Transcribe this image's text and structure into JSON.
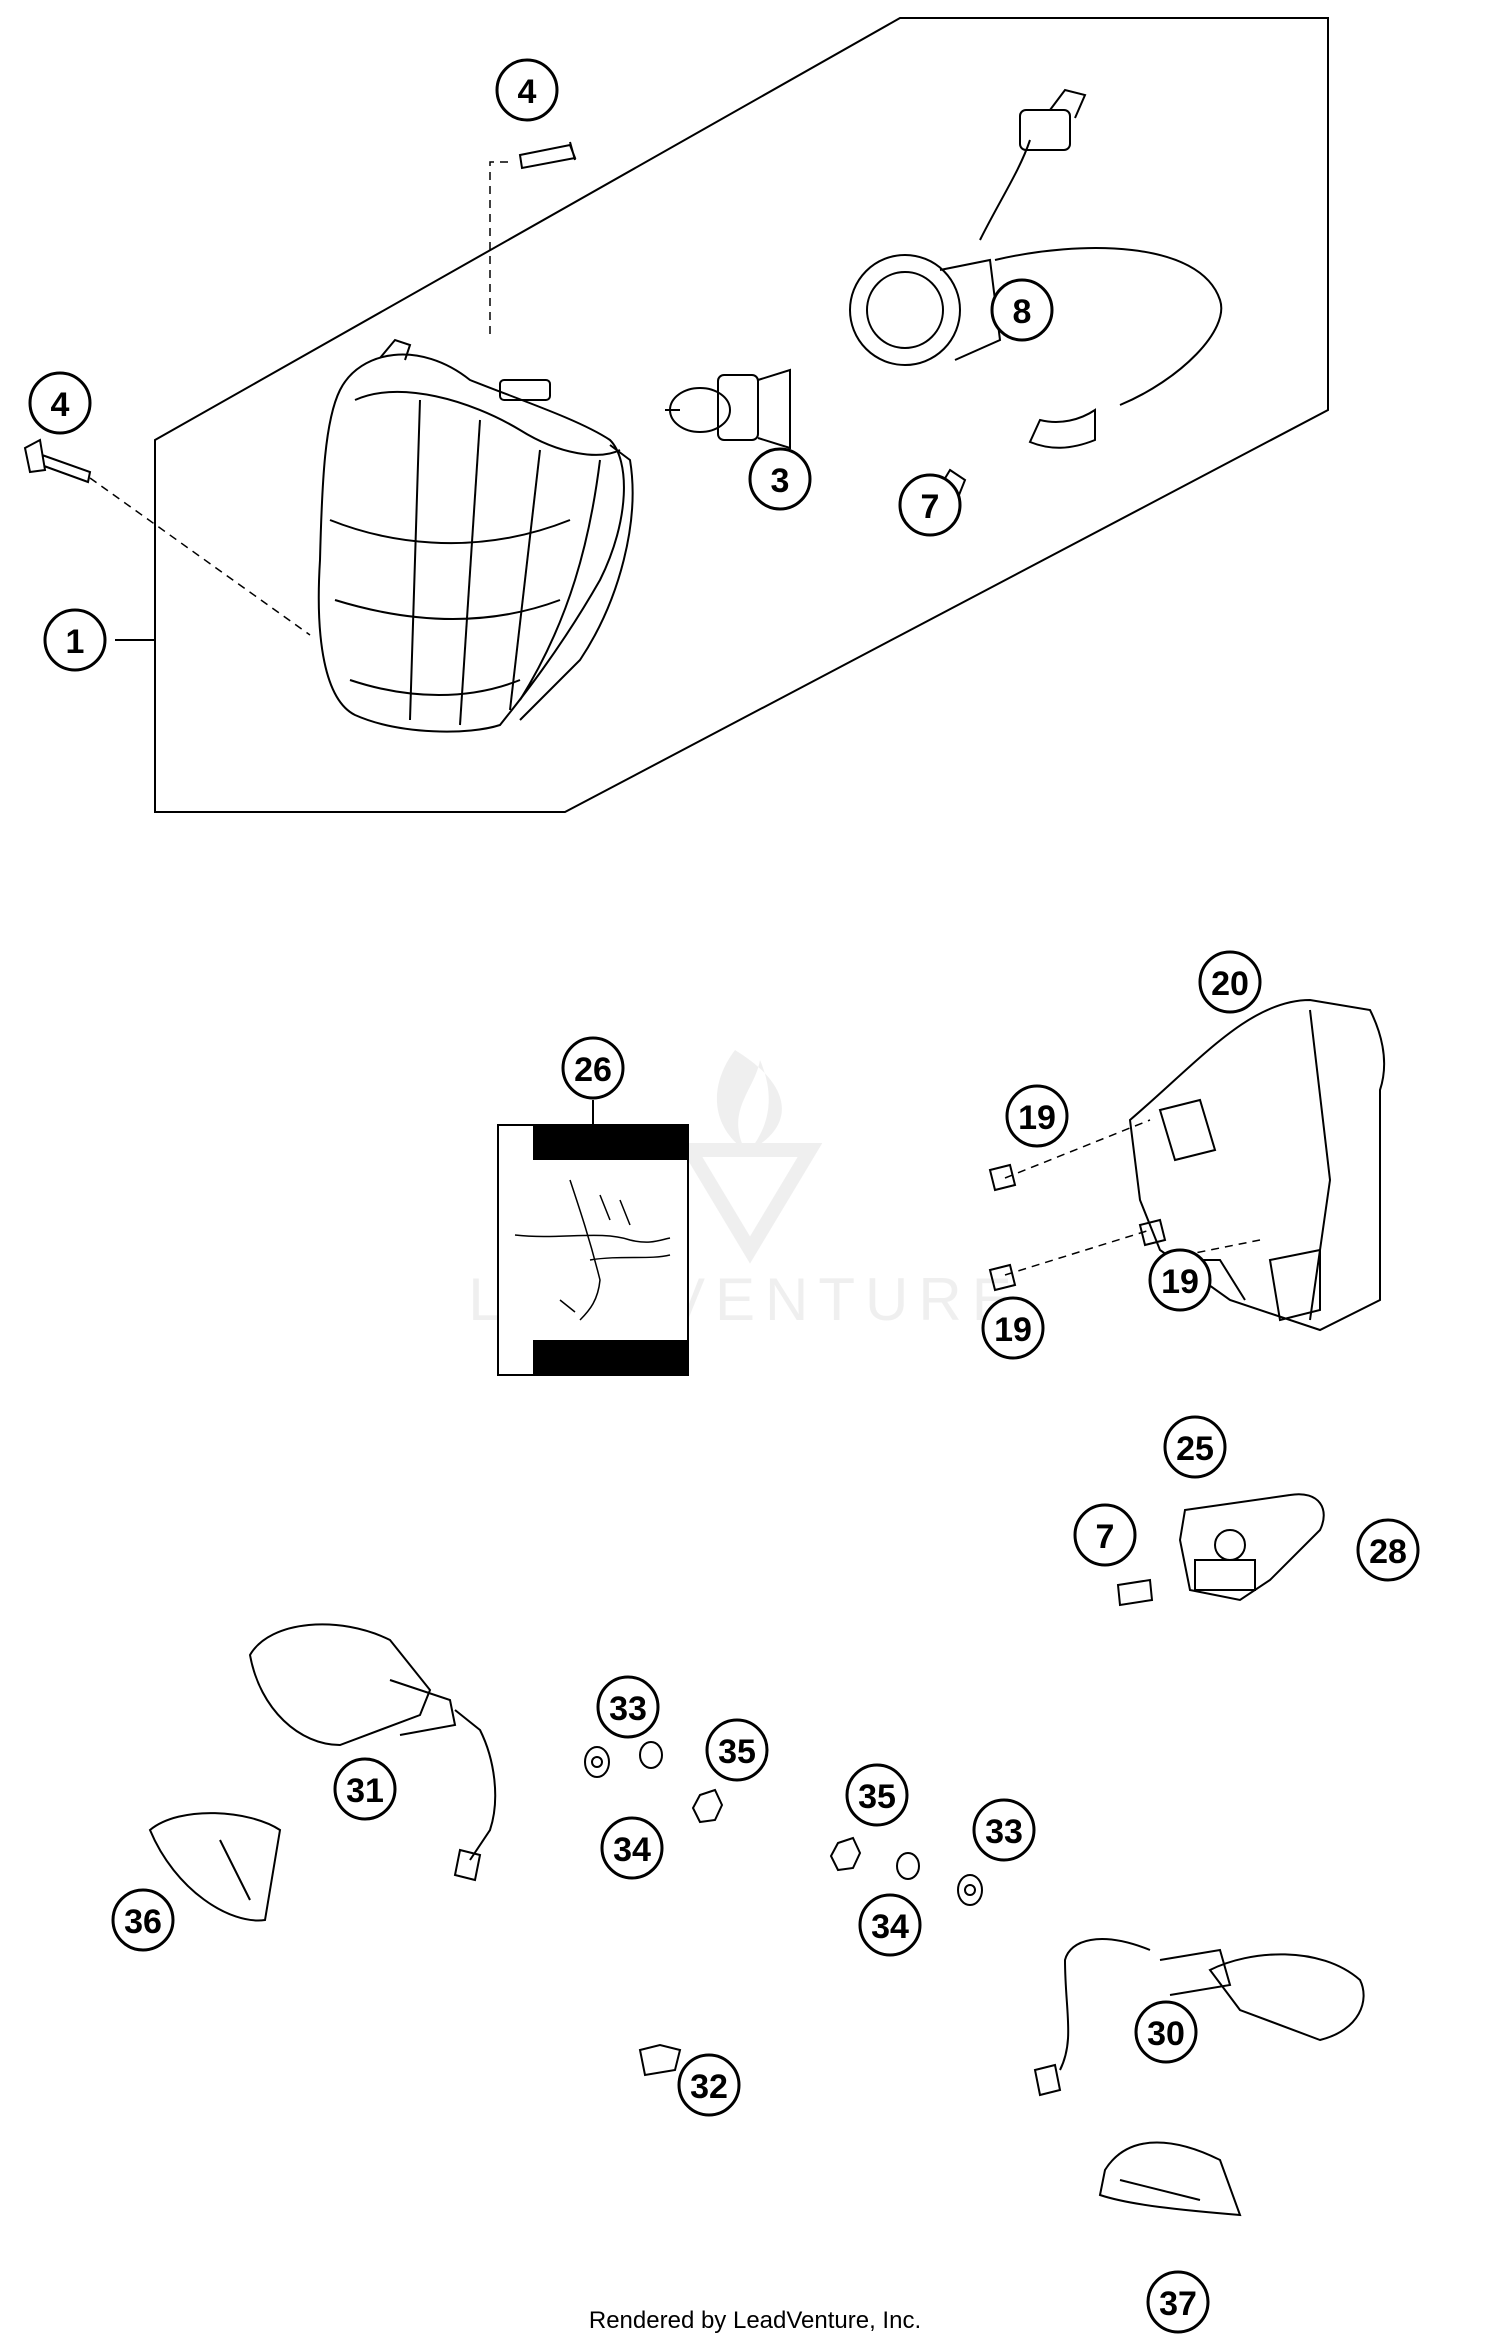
{
  "diagram": {
    "callouts": [
      {
        "id": "c1",
        "label": "1"
      },
      {
        "id": "c3",
        "label": "3"
      },
      {
        "id": "c4a",
        "label": "4"
      },
      {
        "id": "c4b",
        "label": "4"
      },
      {
        "id": "c7a",
        "label": "7"
      },
      {
        "id": "c8",
        "label": "8"
      },
      {
        "id": "c19a",
        "label": "19"
      },
      {
        "id": "c19b",
        "label": "19"
      },
      {
        "id": "c19c",
        "label": "19"
      },
      {
        "id": "c20",
        "label": "20"
      },
      {
        "id": "c26",
        "label": "26"
      },
      {
        "id": "c25",
        "label": "25"
      },
      {
        "id": "c7b",
        "label": "7"
      },
      {
        "id": "c28",
        "label": "28"
      },
      {
        "id": "c33a",
        "label": "33"
      },
      {
        "id": "c35a",
        "label": "35"
      },
      {
        "id": "c31",
        "label": "31"
      },
      {
        "id": "c34a",
        "label": "34"
      },
      {
        "id": "c35b",
        "label": "35"
      },
      {
        "id": "c33b",
        "label": "33"
      },
      {
        "id": "c36",
        "label": "36"
      },
      {
        "id": "c34b",
        "label": "34"
      },
      {
        "id": "c30",
        "label": "30"
      },
      {
        "id": "c32",
        "label": "32"
      },
      {
        "id": "c37",
        "label": "37"
      }
    ],
    "watermark": "LEADVENTURE",
    "footer": "Rendered by LeadVenture, Inc."
  },
  "colors": {
    "line": "#000000",
    "watermark": "#e8e8e8",
    "background": "#ffffff"
  }
}
